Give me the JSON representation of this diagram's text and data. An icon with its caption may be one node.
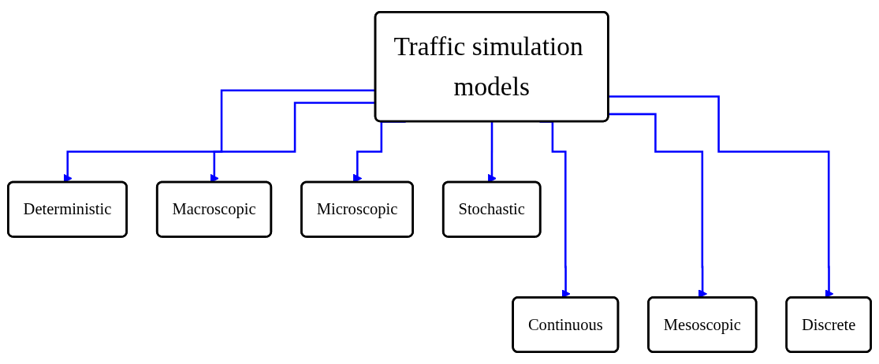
{
  "diagram": {
    "nodes": [
      {
        "text": [
          "Traffic simulation models"
        ]
      },
      {
        "text": [
          "Deterministic"
        ]
      },
      {
        "text": [
          "Continuous"
        ]
      },
      {
        "text": [
          "Macroscopic"
        ]
      },
      {
        "text": [
          "Mesoscopic"
        ]
      },
      {
        "text": [
          "Microscopic"
        ]
      },
      {
        "text": [
          "Discrete"
        ]
      },
      {
        "text": [
          "Stochastic"
        ]
      }
    ],
    "edges": [
      {
        "from": 0,
        "to": 1,
        "arrow": "to"
      },
      {
        "from": 0,
        "to": 2,
        "arrow": "to"
      },
      {
        "from": 0,
        "to": 3,
        "arrow": "to"
      },
      {
        "from": 0,
        "to": 4,
        "arrow": "to"
      },
      {
        "from": 0,
        "to": 5,
        "arrow": "to"
      },
      {
        "from": 0,
        "to": 6,
        "arrow": "to"
      },
      {
        "from": 0,
        "to": 7,
        "arrow": "to"
      }
    ]
  }
}
